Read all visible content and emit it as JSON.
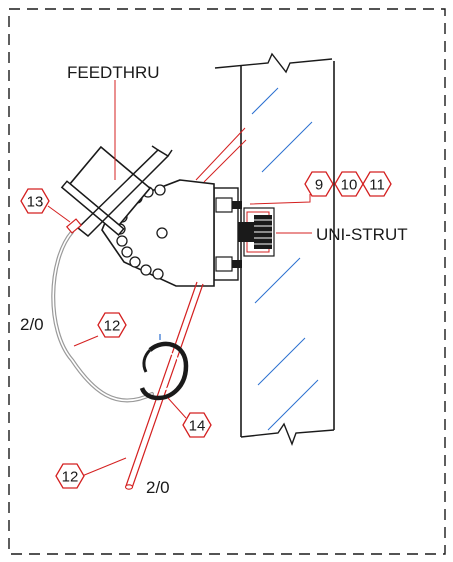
{
  "labels": {
    "feedthru": "FEEDTHRU",
    "unistrut": "UNI-STRUT",
    "cable_size_left": "2/0",
    "cable_size_bottom": "2/0"
  },
  "callouts": {
    "c9": "9",
    "c10": "10",
    "c11": "11",
    "c12_upper": "12",
    "c12_lower": "12",
    "c13": "13",
    "c14": "14"
  },
  "colors": {
    "outline": "#1a1a1a",
    "callout": "#d42020",
    "glass_hatch": "#2a6fd0",
    "ground_cable": "#9a9a9a"
  }
}
